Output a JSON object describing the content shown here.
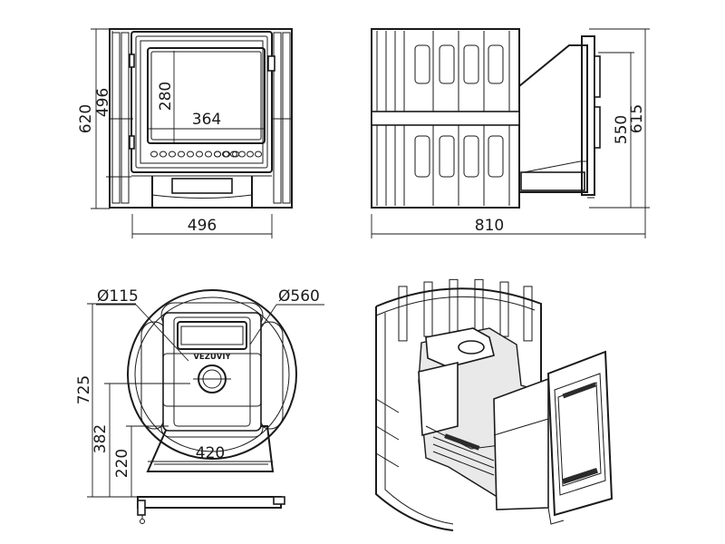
{
  "front_view": {
    "height_total": "620",
    "height_body": "496",
    "glass_height": "280",
    "glass_width": "364",
    "width": "496"
  },
  "side_view": {
    "depth": "810",
    "height_door": "550",
    "height_total": "615"
  },
  "top_view": {
    "diameter_chimney": "Ø115",
    "diameter_body": "Ø560",
    "length_total": "725",
    "center_offset": "382",
    "tunnel_length": "220",
    "tunnel_width": "420",
    "brand_logo": "VEZUVIY"
  },
  "iso_view": {}
}
